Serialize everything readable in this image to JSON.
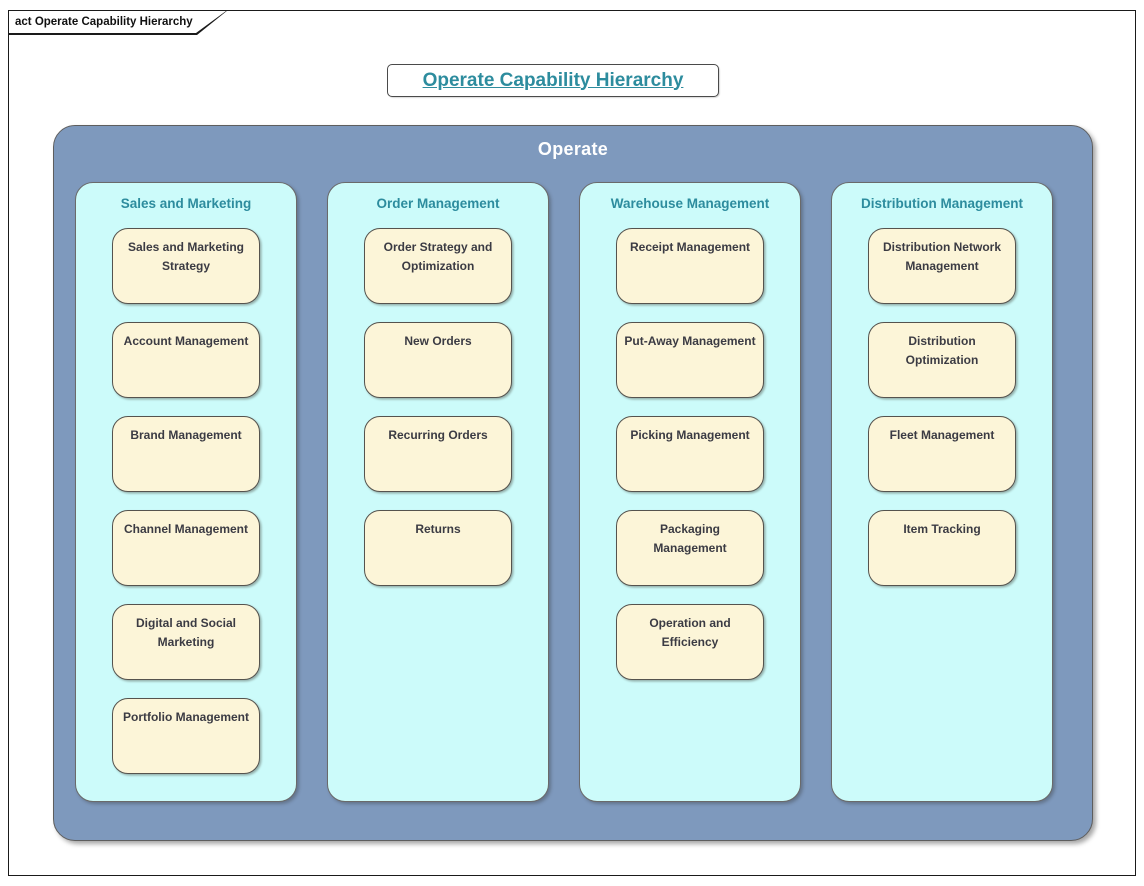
{
  "frame": {
    "tab_label": "act Operate Capability Hierarchy"
  },
  "title": {
    "text": "Operate Capability Hierarchy"
  },
  "container": {
    "label": "Operate"
  },
  "columns": [
    {
      "header": "Sales and Marketing",
      "items": [
        "Sales and Marketing Strategy",
        "Account Management",
        "Brand Management",
        "Channel Management",
        "Digital and Social Marketing",
        "Portfolio Management"
      ]
    },
    {
      "header": "Order Management",
      "items": [
        "Order Strategy and Optimization",
        "New Orders",
        "Recurring Orders",
        "Returns"
      ]
    },
    {
      "header": "Warehouse Management",
      "items": [
        "Receipt Management",
        "Put-Away Management",
        "Picking Management",
        "Packaging Management",
        "Operation and Efficiency"
      ]
    },
    {
      "header": "Distribution Management",
      "items": [
        "Distribution Network Management",
        "Distribution Optimization",
        "Fleet Management",
        "Item Tracking"
      ]
    }
  ],
  "colors": {
    "accent_teal": "#2D8C9E",
    "container_blue": "#7E99BD",
    "column_cyan": "#CCFBFA",
    "box_cream": "#FCF5D8",
    "box_text": "#3B3B43"
  }
}
